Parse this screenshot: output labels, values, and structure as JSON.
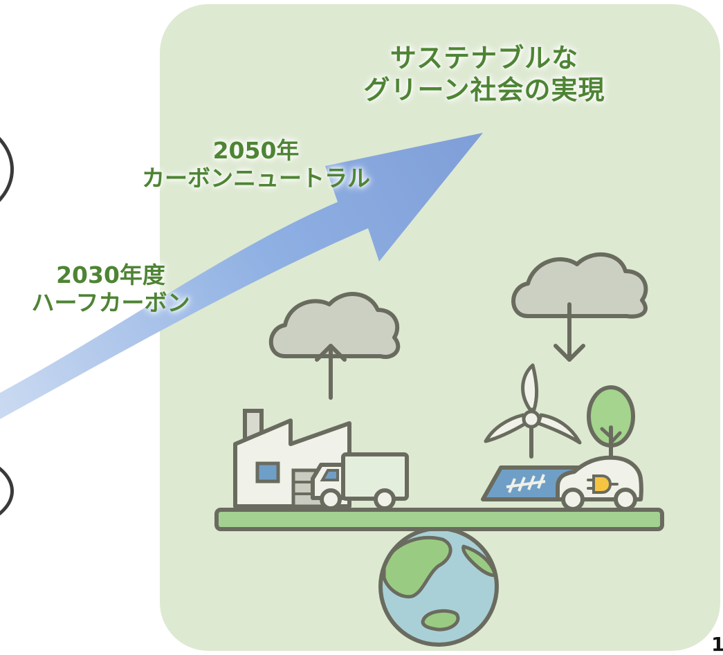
{
  "goal": {
    "line1": "サステナブルな",
    "line2": "グリーン社会の実現"
  },
  "milestone_2050": {
    "year": "2050年",
    "name": "カーボンニュートラル"
  },
  "milestone_2030": {
    "year": "2030年度",
    "name": "ハーフカーボン"
  },
  "page_number": "1",
  "colors": {
    "panel_bg": "#dde9d1",
    "label_green": "#4e8434",
    "arrow_blue": "#7f9ed8",
    "outline": "#6a6b5f",
    "beam_green": "#a3d191",
    "cloud_gray": "#ccd0c3",
    "building_fill": "#f0f1e8",
    "solar_blue": "#6f9fc6",
    "tree_green": "#a4d48e",
    "globe_water": "#a9d0d6",
    "globe_land": "#9acb82"
  },
  "icons": [
    "growth-arrow-icon",
    "cloud-emission-icon",
    "cloud-absorption-icon",
    "factory-icon",
    "delivery-truck-icon",
    "wind-turbine-icon",
    "solar-panel-icon",
    "electric-car-icon",
    "ev-plug-icon",
    "tree-icon",
    "globe-icon",
    "balance-beam-icon"
  ]
}
